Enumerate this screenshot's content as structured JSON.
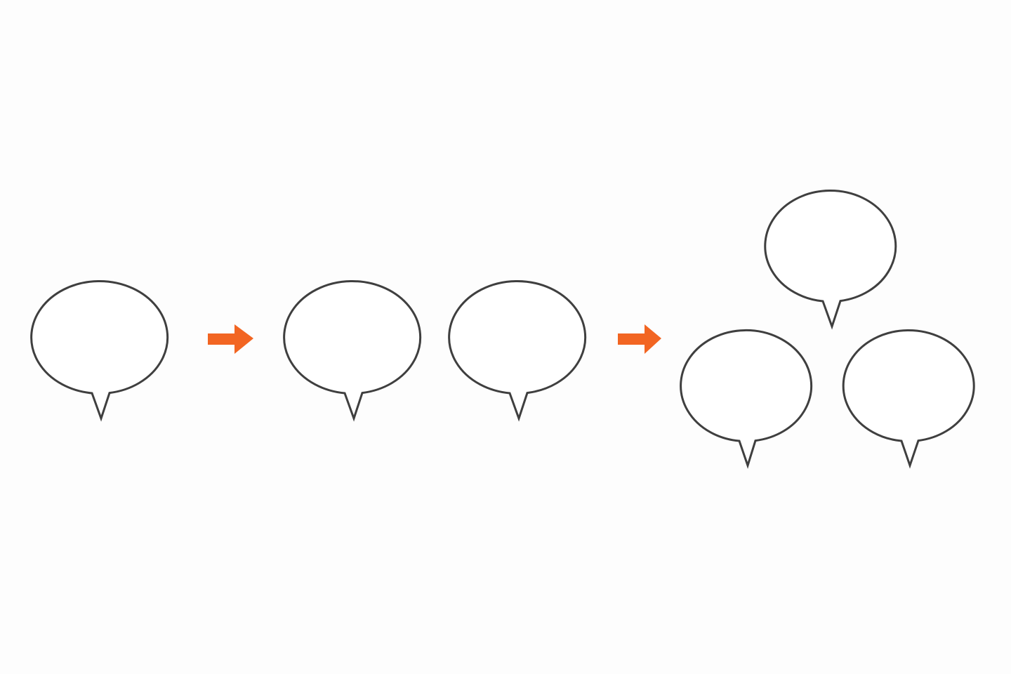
{
  "diagram": {
    "stages": [
      {
        "bubble_count": 1
      },
      {
        "bubble_count": 2
      },
      {
        "bubble_count": 3
      }
    ],
    "arrow_count": 2
  },
  "colors": {
    "background": "#fdfdfd",
    "bubble_stroke": "#3f3f3f",
    "bubble_fill": "#ffffff",
    "arrow": "#f26522"
  },
  "icons": {
    "bubble": "speech-bubble-icon",
    "arrow": "arrow-right-icon"
  }
}
